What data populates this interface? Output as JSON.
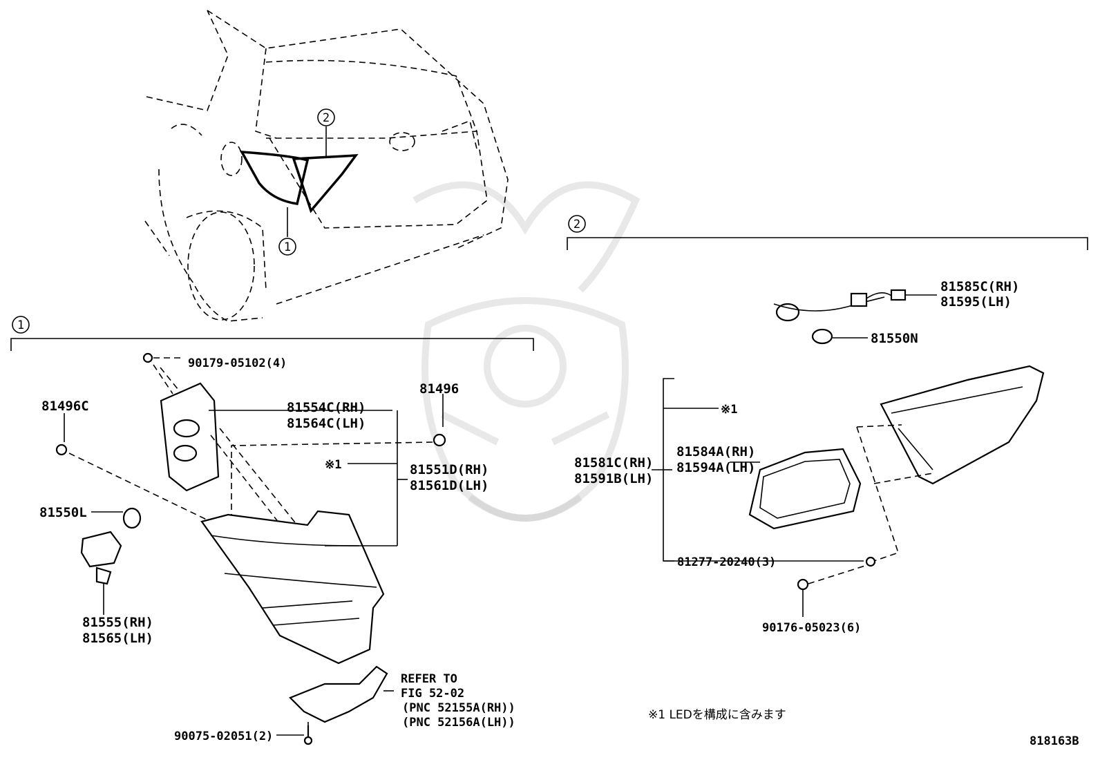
{
  "callouts": {
    "c1": "1",
    "c2": "2",
    "asterisk": "※1"
  },
  "section1": {
    "p90179": "90179-05102(4)",
    "p81496C": "81496C",
    "p81554C_rh": "81554C(RH)",
    "p81564C_lh": "81564C(LH)",
    "p81496": "81496",
    "p81551D_rh": "81551D(RH)",
    "p81561D_lh": "81561D(LH)",
    "p81550L": "81550L",
    "p81555_rh": "81555(RH)",
    "p81565_lh": "81565(LH)",
    "refer_to": "REFER TO",
    "fig": "FIG 52-02",
    "pnc_rh": "(PNC 52155A(RH))",
    "pnc_lh": "(PNC 52156A(LH))",
    "p90075": "90075-02051(2)"
  },
  "section2": {
    "p81585C_rh": "81585C(RH)",
    "p81595_lh": "81595(LH)",
    "p81550N": "81550N",
    "p81581C_rh": "81581C(RH)",
    "p81591B_lh": "81591B(LH)",
    "p81584A_rh": "81584A(RH)",
    "p81594A_lh": "81594A(LH)",
    "p81277": "81277-20240(3)",
    "p90176": "90176-05023(6)"
  },
  "footnote": "※1 LEDを構成に含みます",
  "figure_number": "818163B"
}
